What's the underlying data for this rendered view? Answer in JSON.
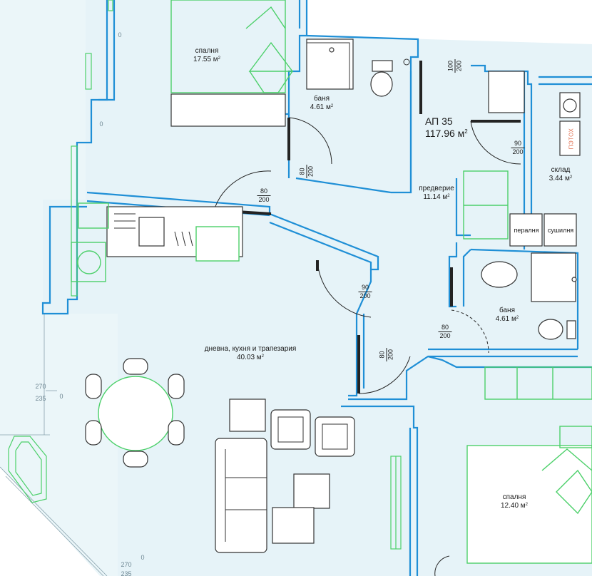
{
  "apartment": {
    "name": "АП 35",
    "area": "117.96 м",
    "sup": "2"
  },
  "rooms": {
    "bedroom_top": {
      "name": "спалня",
      "area": "17.55 м",
      "sup": "2"
    },
    "bath_top": {
      "name": "баня",
      "area": "4.61 м",
      "sup": "2"
    },
    "hall": {
      "name": "предверие",
      "area": "11.14 м",
      "sup": "2"
    },
    "storage": {
      "name": "склад",
      "area": "3.44 м",
      "sup": "2"
    },
    "bath_right": {
      "name": "баня",
      "area": "4.61 м",
      "sup": "2"
    },
    "living": {
      "name": "дневна, кухня и трапезария",
      "area": "40.03 м",
      "sup": "2"
    },
    "bedroom_bottom": {
      "name": "спалня",
      "area": "12.40 м",
      "sup": "2"
    }
  },
  "appliances": {
    "washer": "пералня",
    "dryer": "сушилня",
    "heater": "ПЭТОХ"
  },
  "doors": [
    {
      "top": "100",
      "bottom": "200"
    },
    {
      "top": "90",
      "bottom": "200"
    },
    {
      "top": "80",
      "bottom": "200"
    },
    {
      "top": "80",
      "bottom": "200"
    },
    {
      "top": "90",
      "bottom": "200"
    },
    {
      "top": "80",
      "bottom": "200"
    },
    {
      "top": "80",
      "bottom": "200"
    }
  ],
  "heights": [
    {
      "top": "270",
      "bottom": "235"
    },
    {
      "top": "270",
      "bottom": "235"
    }
  ],
  "colors": {
    "wall": "#1f8fd6",
    "floor": "#e6f3f8",
    "terrace": "#ebf6f9",
    "furniture_accent": "#4cd06a",
    "heater": "#e07050"
  }
}
